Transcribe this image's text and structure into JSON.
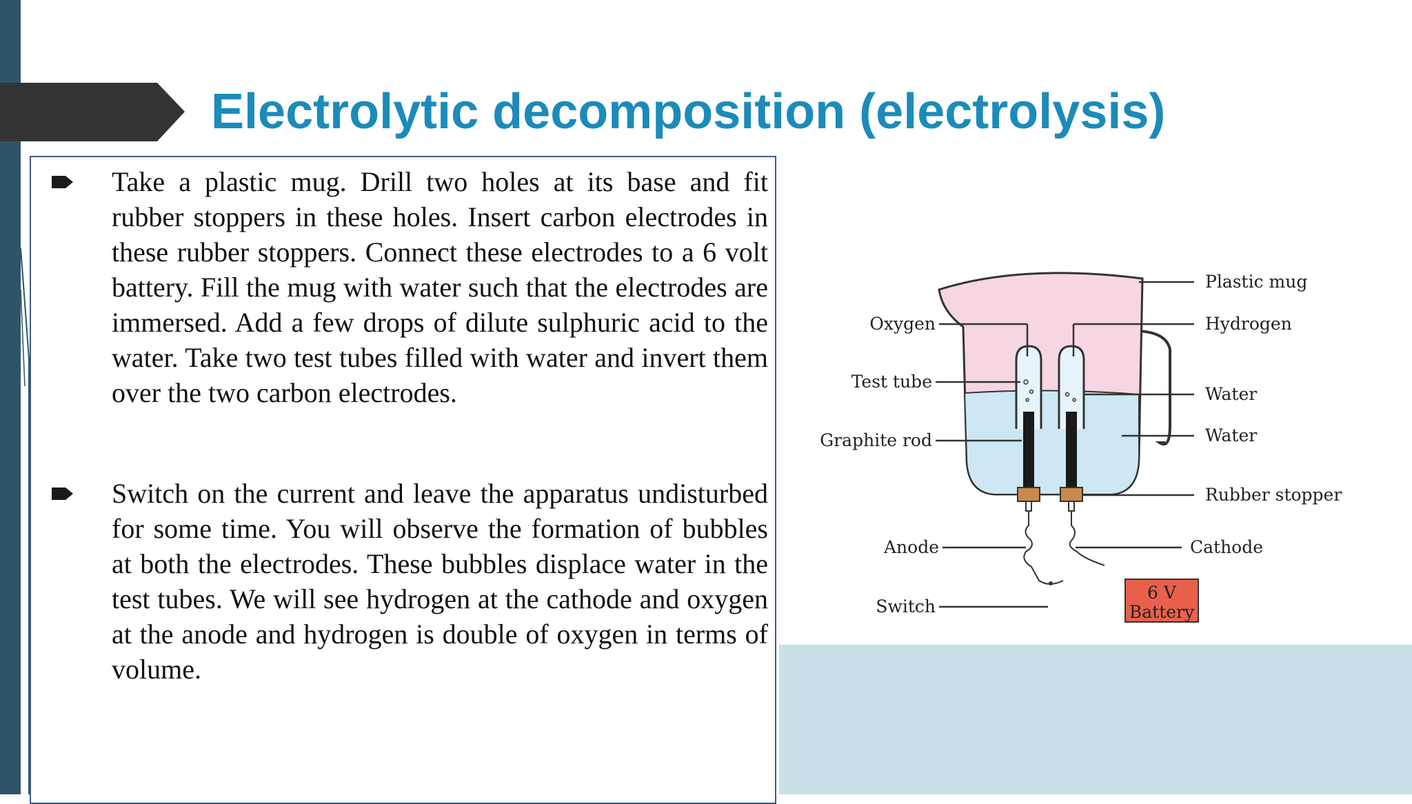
{
  "slide": {
    "title": "Electrolytic decomposition (electrolysis)",
    "bullets": [
      "Take a plastic mug. Drill two holes at its base and fit rubber stoppers in these holes. Insert carbon electrodes in these rubber stoppers. Connect these electrodes to a 6 volt battery. Fill the mug with water such that the electrodes are immersed. Add a few drops of dilute sulphuric acid to the water. Take two test tubes filled with water and invert them over the two carbon electrodes.",
      "Switch on the current and leave the apparatus undisturbed for some time. You will observe the formation of bubbles at both the electrodes. These bubbles displace water in the test tubes. We will see hydrogen at the cathode and oxygen at the anode and hydrogen is double of oxygen  in terms of volume."
    ]
  },
  "diagram": {
    "left_labels": [
      "Oxygen",
      "Test tube",
      "Graphite rod",
      "Anode",
      "Switch"
    ],
    "right_labels": [
      "Plastic mug",
      "Hydrogen",
      "Water",
      "Water",
      "Rubber stopper",
      "Cathode"
    ],
    "battery_label_1": "6 V",
    "battery_label_2": "Battery"
  },
  "colors": {
    "title": "#1c8bb9",
    "left_bar": "#2e5468",
    "box_border": "#3b5a86",
    "bottom_band": "#c9dfe7",
    "mug_pink": "#f7d6e3",
    "water_blue": "#cde7f4",
    "battery_red": "#e8604c"
  },
  "icons": {
    "bullet": "arrow-bullet-icon"
  }
}
